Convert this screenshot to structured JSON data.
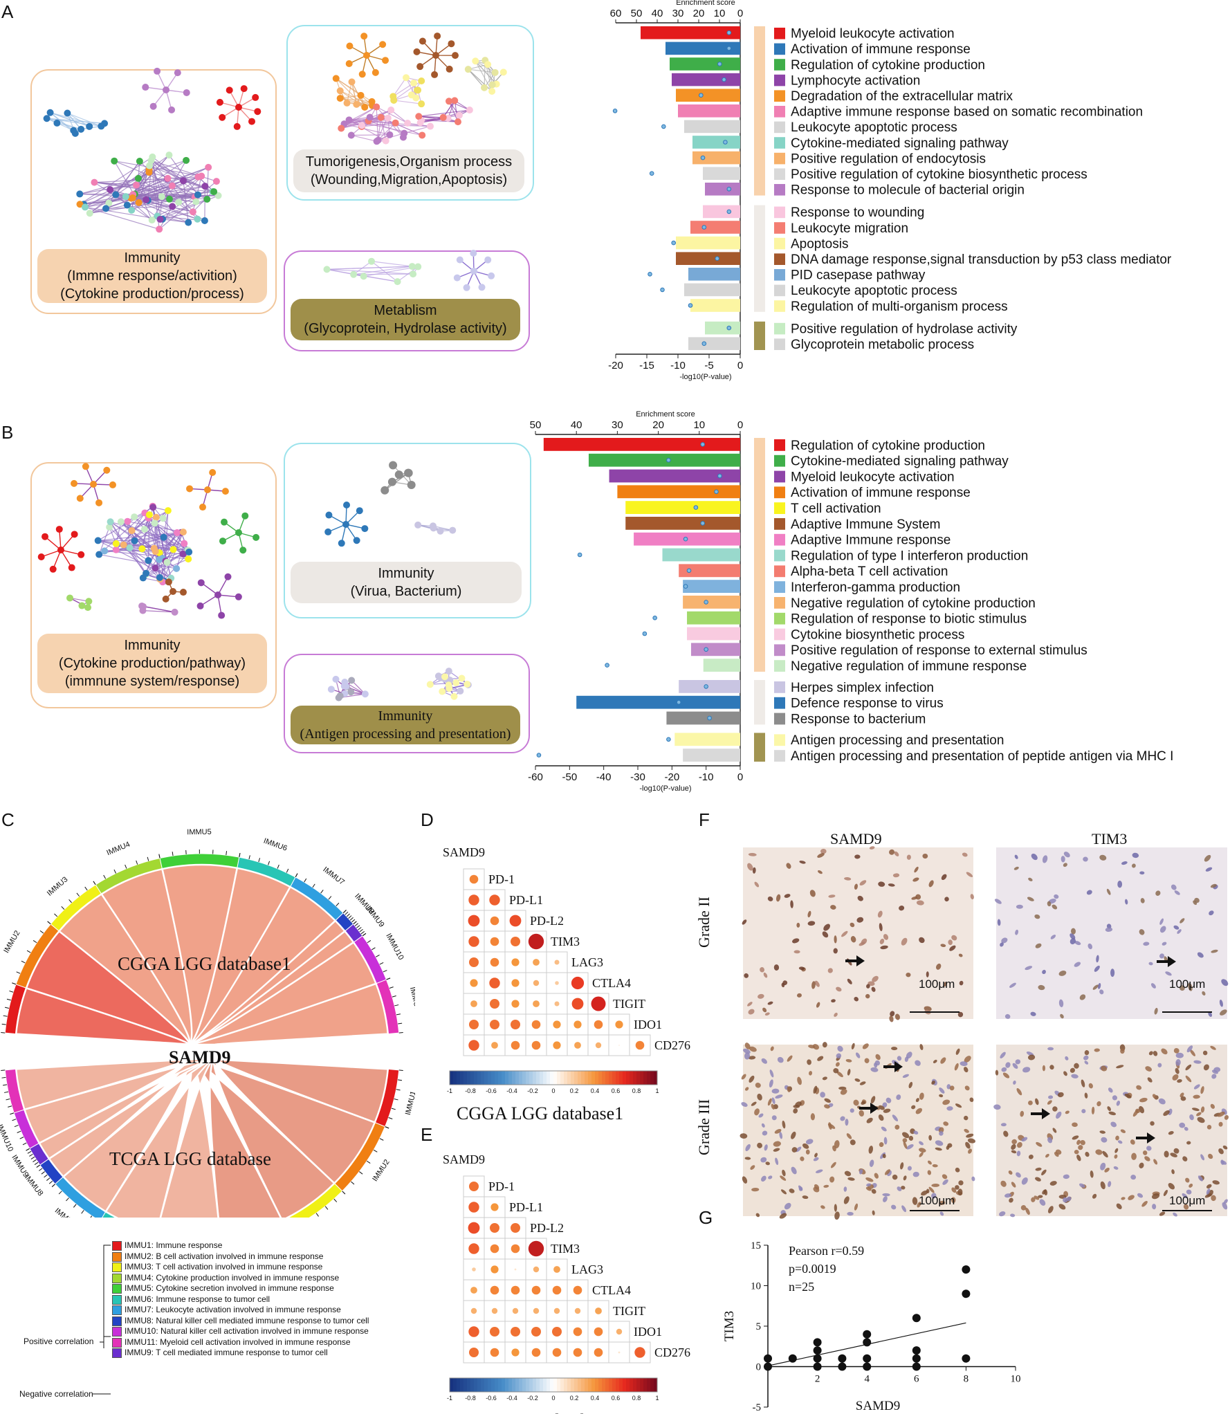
{
  "panel_labels": {
    "A": "A",
    "B": "B",
    "C": "C",
    "D": "D",
    "E": "E",
    "F": "F",
    "G": "G"
  },
  "panelA": {
    "clusters": [
      {
        "line1": "Immunity",
        "line2": "(Immne response/activition)",
        "line3": "(Cytokine production/process)",
        "pill_color": "#f6d3b0",
        "border": "#f2c79c"
      },
      {
        "line1": "Tumorigenesis,Organism process",
        "line2": "(Wounding,Migration,Apoptosis)",
        "pill_color": "#ece8e4",
        "border": "#9ce3ec"
      },
      {
        "line1": "Metablism",
        "line2": "(Glycoprotein, Hydrolase activity)",
        "pill_color": "#9f8f4a",
        "border": "#c77bd6"
      }
    ]
  },
  "panelB": {
    "clusters": [
      {
        "line1": "Immunity",
        "line2": "(Cytokine production/pathway)",
        "line3": "(immnune system/response)",
        "pill_color": "#f6d3b0",
        "border": "#f2c79c"
      },
      {
        "line1": "Immunity",
        "line2": "(Virua, Bacterium)",
        "pill_color": "#ece8e4",
        "border": "#9ce3ec"
      },
      {
        "line1": "Immunity",
        "line2": "(Antigen processing and presentation)",
        "pill_color": "#9f8f4a",
        "border": "#c77bd6"
      }
    ]
  },
  "chart_data": [
    {
      "type": "bar",
      "title": "A",
      "top_axis_label": "Enrichment score",
      "xlabel": "-log10(P-value)",
      "top_ticks": [
        60,
        50,
        40,
        30,
        20,
        10,
        0
      ],
      "bottom_ticks": [
        -20,
        -15,
        -10,
        -5,
        0
      ],
      "enrichment_range": [
        0,
        60
      ],
      "pvalue_range": [
        -20,
        0
      ],
      "groups": [
        {
          "color": "#f8d2ac",
          "count": 11
        },
        {
          "color": "#efebe7",
          "count": 7
        },
        {
          "color": "#a19451",
          "count": 2
        }
      ],
      "terms": [
        {
          "label": "Myeloid leukocyte activation",
          "color": "#e31a1c",
          "enrichment": 48,
          "logp": -1.8
        },
        {
          "label": "Activation of immune response",
          "color": "#2e78b8",
          "enrichment": 36,
          "logp": -1.8
        },
        {
          "label": "Regulation of cytokine production",
          "color": "#3fae49",
          "enrichment": 34,
          "logp": -3.3
        },
        {
          "label": "Lymphocyte activation",
          "color": "#8e44a8",
          "enrichment": 33,
          "logp": -2.6
        },
        {
          "label": "Degradation of the extracellular matrix",
          "color": "#f39226",
          "enrichment": 31,
          "logp": -6.3
        },
        {
          "label": "Adaptive immune response based on somatic recombination",
          "color": "#f07fb3",
          "enrichment": 30,
          "logp": -20.1
        },
        {
          "label": "Leukocyte apoptotic process",
          "color": "#d6d6d6",
          "enrichment": 27,
          "logp": -12.3
        },
        {
          "label": "Cytokine-mediated signaling pathway",
          "color": "#86d4c6",
          "enrichment": 23,
          "logp": -2.4
        },
        {
          "label": "Positive regulation of endocytosis",
          "color": "#f7b16b",
          "enrichment": 23,
          "logp": -6.0
        },
        {
          "label": "Positive regulation of cytokine biosynthetic process",
          "color": "#d9d9d9",
          "enrichment": 18,
          "logp": -14.2
        },
        {
          "label": "Response to molecule of bacterial origin",
          "color": "#b67bc4",
          "enrichment": 17,
          "logp": -1.8
        },
        {
          "label": "Response to wounding",
          "color": "#f9c6de",
          "enrichment": 18,
          "logp": -1.8
        },
        {
          "label": "Leukocyte migration",
          "color": "#f47d72",
          "enrichment": 24,
          "logp": -5.8
        },
        {
          "label": "Apoptosis",
          "color": "#fcf5a2",
          "enrichment": 31,
          "logp": -10.7
        },
        {
          "label": "DNA damage response,signal transduction by p53 class mediator",
          "color": "#a4582c",
          "enrichment": 31,
          "logp": -3.7
        },
        {
          "label": "PID casepase pathway",
          "color": "#78a9d6",
          "enrichment": 25,
          "logp": -14.5
        },
        {
          "label": "Leukocyte apoptotic process",
          "color": "#d6d6d6",
          "enrichment": 27,
          "logp": -12.5
        },
        {
          "label": "Regulation of multi-organism process",
          "color": "#fcf5a2",
          "enrichment": 24,
          "logp": -8.0
        },
        {
          "label": "Positive regulation of hydrolase activity",
          "color": "#c6ecc3",
          "enrichment": 17,
          "logp": -1.8
        },
        {
          "label": "Glycoprotein metabolic process",
          "color": "#d6d6d6",
          "enrichment": 25,
          "logp": -5.8
        }
      ]
    },
    {
      "type": "bar",
      "title": "B",
      "top_axis_label": "Enrichment score",
      "xlabel": "-log10(P-value)",
      "top_ticks": [
        50,
        40,
        30,
        20,
        10,
        0
      ],
      "bottom_ticks": [
        -60,
        -50,
        -40,
        -30,
        -20,
        -10,
        0
      ],
      "enrichment_range": [
        0,
        50
      ],
      "pvalue_range": [
        -60,
        0
      ],
      "groups": [
        {
          "color": "#f8d2ac",
          "count": 15
        },
        {
          "color": "#efebe7",
          "count": 3
        },
        {
          "color": "#a19451",
          "count": 2
        }
      ],
      "terms": [
        {
          "label": "Regulation of cytokine production",
          "color": "#e31a1c",
          "enrichment": 48,
          "logp": -11
        },
        {
          "label": "Cytokine-mediated signaling pathway",
          "color": "#3fae49",
          "enrichment": 37,
          "logp": -21
        },
        {
          "label": "Myeloid leukocyte activation",
          "color": "#8e44a8",
          "enrichment": 32,
          "logp": -6
        },
        {
          "label": "Activation of immune response",
          "color": "#f07f12",
          "enrichment": 30,
          "logp": -7
        },
        {
          "label": "T cell activation",
          "color": "#f9f41f",
          "enrichment": 28,
          "logp": -13
        },
        {
          "label": "Adaptive Immune System",
          "color": "#a4582c",
          "enrichment": 28,
          "logp": -11
        },
        {
          "label": "Adaptive Immune response",
          "color": "#f07fc4",
          "enrichment": 26,
          "logp": -16
        },
        {
          "label": "Regulation of type I interferon production",
          "color": "#99d9cc",
          "enrichment": 19,
          "logp": -47
        },
        {
          "label": "Alpha-beta T cell activation",
          "color": "#f37c70",
          "enrichment": 15,
          "logp": -15
        },
        {
          "label": "Interferon-gamma production",
          "color": "#7fb2dd",
          "enrichment": 14,
          "logp": -16
        },
        {
          "label": "Negative regulation of cytokine production",
          "color": "#f7b36f",
          "enrichment": 14,
          "logp": -10
        },
        {
          "label": "Regulation of response to biotic stimulus",
          "color": "#a2d96a",
          "enrichment": 13,
          "logp": -25
        },
        {
          "label": "Cytokine biosynthetic process",
          "color": "#f9cbe0",
          "enrichment": 13,
          "logp": -28
        },
        {
          "label": "Positive regulation of response to external stimulus",
          "color": "#c18cc9",
          "enrichment": 12,
          "logp": -10
        },
        {
          "label": "Negative regulation of immune response",
          "color": "#c8ebc5",
          "enrichment": 9,
          "logp": -39
        },
        {
          "label": "Herpes simplex infection",
          "color": "#c9c5e2",
          "enrichment": 15,
          "logp": -10
        },
        {
          "label": "Defence response to virus",
          "color": "#2e78b8",
          "enrichment": 40,
          "logp": -18
        },
        {
          "label": "Response to bacterium",
          "color": "#8c8c8c",
          "enrichment": 18,
          "logp": -9
        },
        {
          "label": "Antigen processing and presentation",
          "color": "#fbf7a8",
          "enrichment": 16,
          "logp": -21
        },
        {
          "label": "Antigen processing and presentation of peptide antigen via MHC I",
          "color": "#d9d9d9",
          "enrichment": 14,
          "logp": -59
        }
      ]
    },
    {
      "type": "heatmap",
      "title": "CGGA  LGG database1",
      "labels": [
        "SAMD9",
        "PD-1",
        "PD-L1",
        "PD-L2",
        "TIM3",
        "LAG3",
        "CTLA4",
        "TIGIT",
        "IDO1",
        "CD276"
      ],
      "colorbar_ticks": [
        "-1",
        "-0.8",
        "-0.6",
        "-0.4",
        "-0.2",
        "0",
        "0.2",
        "0.4",
        "0.6",
        "0.8",
        "1"
      ],
      "matrix": [
        [
          0.45
        ],
        [
          0.55,
          0.55
        ],
        [
          0.6,
          0.45,
          0.6
        ],
        [
          0.55,
          0.45,
          0.5,
          0.8
        ],
        [
          0.5,
          0.45,
          0.4,
          0.35,
          0.25
        ],
        [
          0.4,
          0.55,
          0.4,
          0.3,
          0.2,
          0.65
        ],
        [
          0.35,
          0.5,
          0.4,
          0.35,
          0.25,
          0.6,
          0.75
        ],
        [
          0.5,
          0.5,
          0.5,
          0.45,
          0.4,
          0.4,
          0.45,
          0.4
        ],
        [
          0.55,
          0.35,
          0.45,
          0.45,
          0.4,
          0.35,
          0.3,
          0.05,
          0.45
        ]
      ]
    },
    {
      "type": "heatmap",
      "title": "TCGA  LGG database",
      "labels": [
        "SAMD9",
        "PD-1",
        "PD-L1",
        "PD-L2",
        "TIM3",
        "LAG3",
        "CTLA4",
        "TIGIT",
        "IDO1",
        "CD276"
      ],
      "colorbar_ticks": [
        "-1",
        "-0.8",
        "-0.6",
        "-0.4",
        "-0.2",
        "0",
        "0.2",
        "0.4",
        "0.6",
        "0.8",
        "1"
      ],
      "matrix": [
        [
          0.5
        ],
        [
          0.55,
          0.4
        ],
        [
          0.6,
          0.5,
          0.5
        ],
        [
          0.55,
          0.45,
          0.45,
          0.8
        ],
        [
          0.2,
          0.4,
          0.1,
          0.3,
          0.35
        ],
        [
          0.35,
          0.45,
          0.45,
          0.45,
          0.45,
          0.45
        ],
        [
          0.3,
          0.3,
          0.3,
          0.3,
          0.3,
          0.3,
          0.35
        ],
        [
          0.55,
          0.5,
          0.5,
          0.5,
          0.5,
          0.45,
          0.45,
          0.3
        ],
        [
          0.5,
          0.45,
          0.4,
          0.45,
          0.45,
          0.45,
          0.45,
          0.1,
          0.55
        ]
      ]
    },
    {
      "type": "scatter",
      "title": "G",
      "xlabel": "SAMD9",
      "ylabel": "TIM3",
      "xlim": [
        0,
        10
      ],
      "ylim": [
        -5,
        15
      ],
      "xticks": [
        2,
        4,
        6,
        8,
        10
      ],
      "yticks": [
        -5,
        0,
        5,
        10,
        15
      ],
      "annotation": [
        "Pearson r=0.59",
        "p=0.0019",
        "n=25"
      ],
      "points": [
        [
          0,
          0
        ],
        [
          0,
          1
        ],
        [
          1,
          1
        ],
        [
          2,
          0
        ],
        [
          2,
          1
        ],
        [
          2,
          2
        ],
        [
          2,
          3
        ],
        [
          3,
          0
        ],
        [
          3,
          1
        ],
        [
          4,
          0
        ],
        [
          4,
          1
        ],
        [
          4,
          3
        ],
        [
          4,
          4
        ],
        [
          6,
          0
        ],
        [
          6,
          1
        ],
        [
          6,
          2
        ],
        [
          6,
          6
        ],
        [
          8,
          1
        ],
        [
          8,
          9
        ],
        [
          8,
          12
        ]
      ],
      "fit": {
        "x": [
          0,
          8
        ],
        "y": [
          0.1,
          5.4
        ]
      }
    }
  ],
  "panelC": {
    "top_label": "CGGA  LGG database1",
    "center_label": "SAMD9",
    "bottom_label": "TCGA  LGG database",
    "top_segments": [
      {
        "name": "IMMU1",
        "color": "#e31a1c",
        "span": 10
      },
      {
        "name": "IMMU2",
        "color": "#f07f12",
        "span": 14
      },
      {
        "name": "IMMU3",
        "color": "#f0f016",
        "span": 12
      },
      {
        "name": "IMMU4",
        "color": "#a3d832",
        "span": 14
      },
      {
        "name": "IMMU5",
        "color": "#3fd038",
        "span": 16
      },
      {
        "name": "IMMU6",
        "color": "#28c5b5",
        "span": 12
      },
      {
        "name": "IMMU7",
        "color": "#2f9fe0",
        "span": 12
      },
      {
        "name": "IMMU8",
        "color": "#2243c4",
        "span": 3
      },
      {
        "name": "IMMU9",
        "color": "#6a2fcf",
        "span": 3
      },
      {
        "name": "IMMU10",
        "color": "#c82fd9",
        "span": 10
      },
      {
        "name": "IMMU11",
        "color": "#e332b8",
        "span": 11
      }
    ],
    "bottom_segments": [
      {
        "name": "IMMU1",
        "color": "#e31a1c",
        "span": 12
      },
      {
        "name": "IMMU2",
        "color": "#f07f12",
        "span": 16
      },
      {
        "name": "IMMU3",
        "color": "#f0f016",
        "span": 14
      },
      {
        "name": "IMMU4",
        "color": "#a3d832",
        "span": 14
      },
      {
        "name": "IMMU5",
        "color": "#3fd038",
        "span": 14
      },
      {
        "name": "IMMU6",
        "color": "#28c5b5",
        "span": 12
      },
      {
        "name": "IMMU7",
        "color": "#2f9fe0",
        "span": 12
      },
      {
        "name": "IMMU8",
        "color": "#2243c4",
        "span": 5
      },
      {
        "name": "IMMU9",
        "color": "#6a2fcf",
        "span": 4
      },
      {
        "name": "IMMU10",
        "color": "#c82fd9",
        "span": 8
      },
      {
        "name": "IMMU11",
        "color": "#e332b8",
        "span": 9
      }
    ],
    "legend": {
      "positive_label": "Positive correlation",
      "negative_label": "Negative correlation",
      "items": [
        {
          "text": "IMMU1:  Immune response",
          "color": "#e31a1c"
        },
        {
          "text": "IMMU2:  B cell activation involved in immune response",
          "color": "#f07f12"
        },
        {
          "text": "IMMU3:  T cell activation involved in immune response",
          "color": "#f0f016"
        },
        {
          "text": "IMMU4:  Cytokine production involved in immune response",
          "color": "#a3d832"
        },
        {
          "text": "IMMU5:  Cytokine secretion involved in immune response",
          "color": "#3fd038"
        },
        {
          "text": "IMMU6:  Immune response to tumor cell",
          "color": "#28c5b5"
        },
        {
          "text": "IMMU7:  Leukocyte activation involved in immune response",
          "color": "#2f9fe0"
        },
        {
          "text": "IMMU8:  Natural killer cell mediated immune response to tumor cell",
          "color": "#2243c4"
        },
        {
          "text": "IMMU10:  Natural killer cell activation involved in immune response",
          "color": "#c82fd9"
        },
        {
          "text": "IMMU11:  Myeloid cell activation involved in immune response",
          "color": "#e332b8"
        },
        {
          "text": "IMMU9:  T cell mediated immune response to tumor cell",
          "color": "#6a2fcf"
        }
      ]
    }
  },
  "panelF": {
    "col1": "SAMD9",
    "col2": "TIM3",
    "row1": "Grade II",
    "row2": "Grade III",
    "scale": "100μm"
  }
}
